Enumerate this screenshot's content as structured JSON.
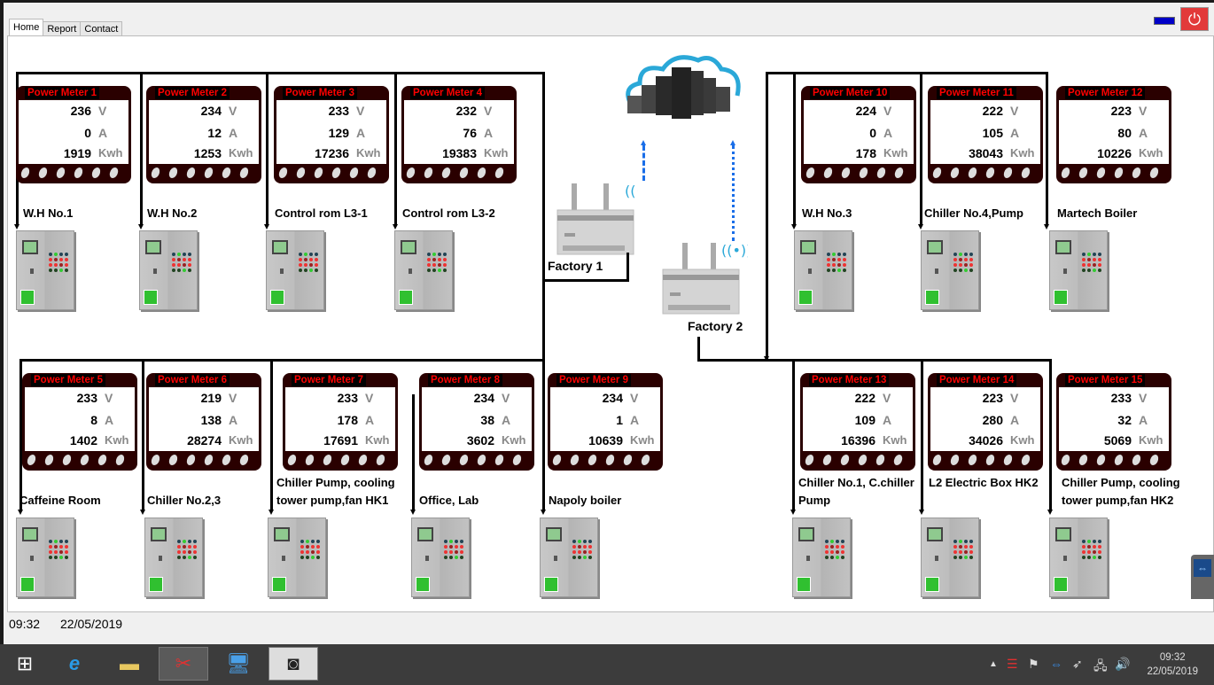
{
  "window": {
    "tabs": [
      "Home",
      "Report",
      "Contact"
    ],
    "active_tab": "Home"
  },
  "meters": [
    {
      "title": "Power Meter 1",
      "v": "236",
      "a": "0",
      "kwh": "1919",
      "label": "W.H No.1"
    },
    {
      "title": "Power Meter 2",
      "v": "234",
      "a": "12",
      "kwh": "1253",
      "label": "W.H No.2"
    },
    {
      "title": "Power Meter 3",
      "v": "233",
      "a": "129",
      "kwh": "17236",
      "label": "Control rom L3-1"
    },
    {
      "title": "Power Meter 4",
      "v": "232",
      "a": "76",
      "kwh": "19383",
      "label": "Control rom L3-2"
    },
    {
      "title": "Power Meter 5",
      "v": "233",
      "a": "8",
      "kwh": "1402",
      "label": "Caffeine Room"
    },
    {
      "title": "Power Meter 6",
      "v": "219",
      "a": "138",
      "kwh": "28274",
      "label": "Chiller No.2,3"
    },
    {
      "title": "Power Meter 7",
      "v": "233",
      "a": "178",
      "kwh": "17691",
      "label": "Chiller Pump, cooling tower pump,fan HK1"
    },
    {
      "title": "Power Meter 8",
      "v": "234",
      "a": "38",
      "kwh": "3602",
      "label": "Office, Lab"
    },
    {
      "title": "Power Meter 9",
      "v": "234",
      "a": "1",
      "kwh": "10639",
      "label": "Napoly boiler"
    },
    {
      "title": "Power Meter 10",
      "v": "224",
      "a": "0",
      "kwh": "178",
      "label": "W.H No.3"
    },
    {
      "title": "Power Meter 11",
      "v": "222",
      "a": "105",
      "kwh": "38043",
      "label": "Chiller No.4,Pump"
    },
    {
      "title": "Power Meter 12",
      "v": "223",
      "a": "80",
      "kwh": "10226",
      "label": "Martech Boiler"
    },
    {
      "title": "Power Meter 13",
      "v": "222",
      "a": "109",
      "kwh": "16396",
      "label": "Chiller No.1, C.chiller Pump"
    },
    {
      "title": "Power Meter 14",
      "v": "223",
      "a": "280",
      "kwh": "34026",
      "label": "L2 Electric Box HK2"
    },
    {
      "title": "Power Meter 15",
      "v": "233",
      "a": "32",
      "kwh": "5069",
      "label": "Chiller Pump, cooling tower pump,fan HK2"
    }
  ],
  "units": {
    "v": "V",
    "a": "A",
    "kwh": "Kwh"
  },
  "factories": {
    "f1": "Factory 1",
    "f2": "Factory 2"
  },
  "status": {
    "time": "09:32",
    "date": "22/05/2019"
  },
  "taskbar": {
    "icons": [
      "windows-start-icon",
      "internet-explorer-icon",
      "file-explorer-icon",
      "snipping-tool-icon",
      "remote-desktop-icon",
      "power-meter-app-icon"
    ],
    "clock_time": "09:32",
    "clock_date": "22/05/2019"
  },
  "colors": {
    "meter_header": "#2a0000",
    "meter_title": "#ff0000",
    "minimize": "#0000c8",
    "power": "#e23a3a"
  }
}
